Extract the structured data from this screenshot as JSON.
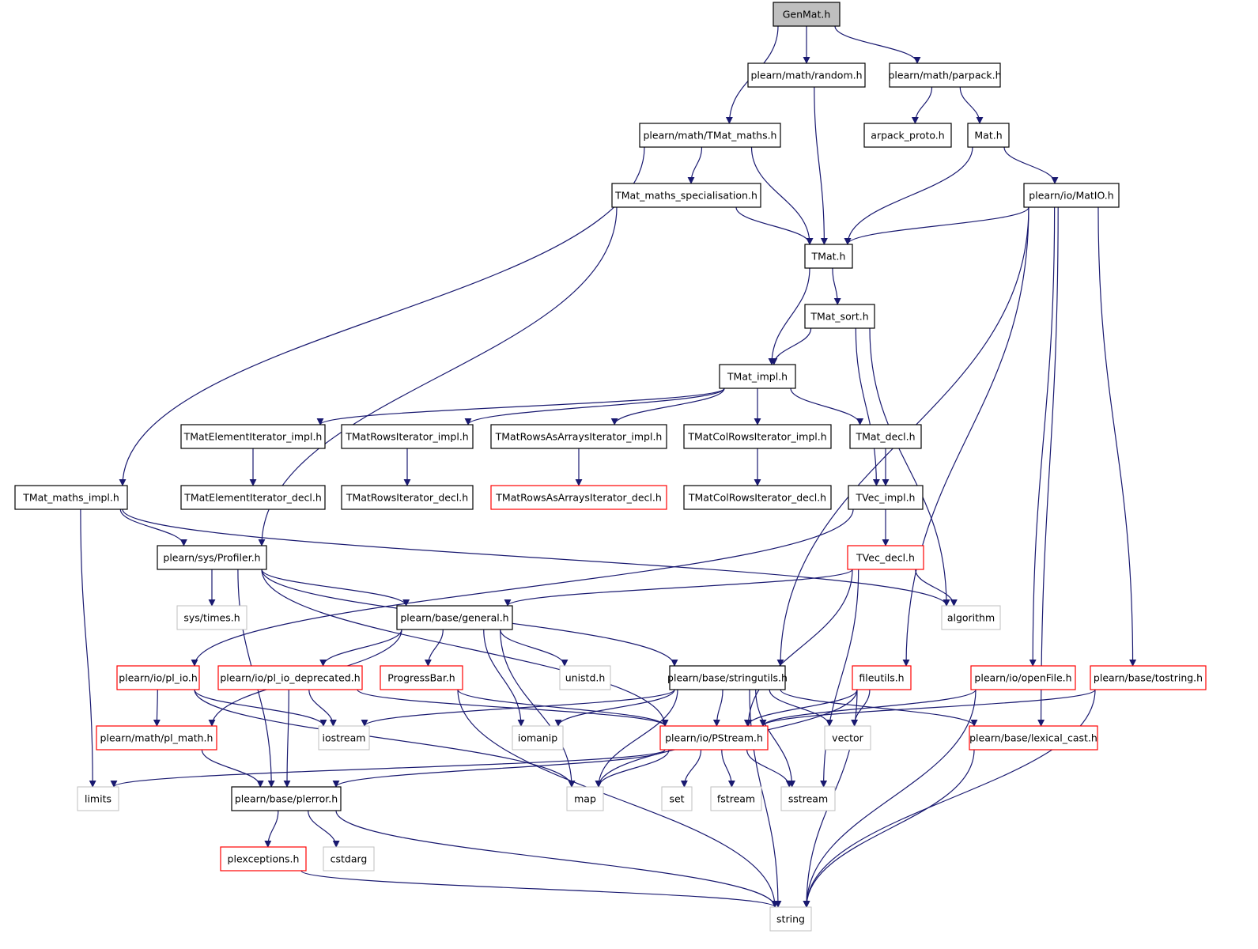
{
  "colors": {
    "edge": "#191970",
    "documented_border": "#000000",
    "incomplete_border": "#ff0000",
    "external_border": "#bfbfbf",
    "root_fill": "#bfbfbf",
    "node_fill": "#ffffff"
  },
  "nodes": [
    {
      "id": "genmat",
      "label": "GenMat.h",
      "style": "root"
    },
    {
      "id": "random",
      "label": "plearn/math/random.h",
      "style": "documented"
    },
    {
      "id": "parpack",
      "label": "plearn/math/parpack.h",
      "style": "documented"
    },
    {
      "id": "tmat_maths",
      "label": "plearn/math/TMat_maths.h",
      "style": "documented"
    },
    {
      "id": "arpack",
      "label": "arpack_proto.h",
      "style": "documented"
    },
    {
      "id": "mat",
      "label": "Mat.h",
      "style": "documented"
    },
    {
      "id": "spec",
      "label": "TMat_maths_specialisation.h",
      "style": "documented"
    },
    {
      "id": "matio",
      "label": "plearn/io/MatIO.h",
      "style": "documented"
    },
    {
      "id": "tmat",
      "label": "TMat.h",
      "style": "documented"
    },
    {
      "id": "tmat_sort",
      "label": "TMat_sort.h",
      "style": "documented"
    },
    {
      "id": "tmat_impl",
      "label": "TMat_impl.h",
      "style": "documented"
    },
    {
      "id": "elem_impl",
      "label": "TMatElementIterator_impl.h",
      "style": "documented"
    },
    {
      "id": "rows_impl",
      "label": "TMatRowsIterator_impl.h",
      "style": "documented"
    },
    {
      "id": "rowsarr_impl",
      "label": "TMatRowsAsArraysIterator_impl.h",
      "style": "documented"
    },
    {
      "id": "colrows_impl",
      "label": "TMatColRowsIterator_impl.h",
      "style": "documented"
    },
    {
      "id": "tmat_decl",
      "label": "TMat_decl.h",
      "style": "documented"
    },
    {
      "id": "elem_decl",
      "label": "TMatElementIterator_decl.h",
      "style": "documented"
    },
    {
      "id": "rows_decl",
      "label": "TMatRowsIterator_decl.h",
      "style": "documented"
    },
    {
      "id": "rowsarr_decl",
      "label": "TMatRowsAsArraysIterator_decl.h",
      "style": "incomplete"
    },
    {
      "id": "colrows_decl",
      "label": "TMatColRowsIterator_decl.h",
      "style": "documented"
    },
    {
      "id": "maths_impl",
      "label": "TMat_maths_impl.h",
      "style": "documented"
    },
    {
      "id": "tvec_impl",
      "label": "TVec_impl.h",
      "style": "documented"
    },
    {
      "id": "profiler",
      "label": "plearn/sys/Profiler.h",
      "style": "documented"
    },
    {
      "id": "tvec_decl",
      "label": "TVec_decl.h",
      "style": "incomplete"
    },
    {
      "id": "times",
      "label": "sys/times.h",
      "style": "external"
    },
    {
      "id": "general",
      "label": "plearn/base/general.h",
      "style": "documented"
    },
    {
      "id": "algorithm",
      "label": "algorithm",
      "style": "external"
    },
    {
      "id": "pl_io",
      "label": "plearn/io/pl_io.h",
      "style": "incomplete"
    },
    {
      "id": "pl_io_dep",
      "label": "plearn/io/pl_io_deprecated.h",
      "style": "incomplete"
    },
    {
      "id": "progress",
      "label": "ProgressBar.h",
      "style": "incomplete"
    },
    {
      "id": "unistd",
      "label": "unistd.h",
      "style": "external"
    },
    {
      "id": "stringutils",
      "label": "plearn/base/stringutils.h",
      "style": "documented"
    },
    {
      "id": "fileutils",
      "label": "fileutils.h",
      "style": "incomplete"
    },
    {
      "id": "openfile",
      "label": "plearn/io/openFile.h",
      "style": "incomplete"
    },
    {
      "id": "tostring",
      "label": "plearn/base/tostring.h",
      "style": "incomplete"
    },
    {
      "id": "pl_math",
      "label": "plearn/math/pl_math.h",
      "style": "incomplete"
    },
    {
      "id": "iostream",
      "label": "iostream",
      "style": "external"
    },
    {
      "id": "iomanip",
      "label": "iomanip",
      "style": "external"
    },
    {
      "id": "pstream",
      "label": "plearn/io/PStream.h",
      "style": "incomplete"
    },
    {
      "id": "vector",
      "label": "vector",
      "style": "external"
    },
    {
      "id": "lexical",
      "label": "plearn/base/lexical_cast.h",
      "style": "incomplete"
    },
    {
      "id": "limits",
      "label": "limits",
      "style": "external"
    },
    {
      "id": "plerror",
      "label": "plearn/base/plerror.h",
      "style": "documented"
    },
    {
      "id": "map",
      "label": "map",
      "style": "external"
    },
    {
      "id": "set",
      "label": "set",
      "style": "external"
    },
    {
      "id": "fstream",
      "label": "fstream",
      "style": "external"
    },
    {
      "id": "sstream",
      "label": "sstream",
      "style": "external"
    },
    {
      "id": "plexceptions",
      "label": "plexceptions.h",
      "style": "incomplete"
    },
    {
      "id": "cstdarg",
      "label": "cstdarg",
      "style": "external"
    },
    {
      "id": "string",
      "label": "string",
      "style": "external"
    }
  ],
  "edges": [
    [
      "genmat",
      "tmat_maths"
    ],
    [
      "genmat",
      "random"
    ],
    [
      "genmat",
      "parpack"
    ],
    [
      "random",
      "tmat"
    ],
    [
      "parpack",
      "arpack"
    ],
    [
      "parpack",
      "mat"
    ],
    [
      "tmat_maths",
      "maths_impl"
    ],
    [
      "tmat_maths",
      "spec"
    ],
    [
      "tmat_maths",
      "tmat"
    ],
    [
      "mat",
      "tmat"
    ],
    [
      "mat",
      "matio"
    ],
    [
      "spec",
      "tmat"
    ],
    [
      "spec",
      "profiler"
    ],
    [
      "matio",
      "tmat"
    ],
    [
      "matio",
      "stringutils"
    ],
    [
      "matio",
      "fileutils"
    ],
    [
      "matio",
      "openfile"
    ],
    [
      "matio",
      "tostring"
    ],
    [
      "matio",
      "lexical"
    ],
    [
      "tmat",
      "tmat_sort"
    ],
    [
      "tmat",
      "tmat_impl"
    ],
    [
      "tmat_sort",
      "tmat_impl"
    ],
    [
      "tmat_sort",
      "tvec_impl"
    ],
    [
      "tmat_sort",
      "algorithm"
    ],
    [
      "tmat_impl",
      "elem_impl"
    ],
    [
      "tmat_impl",
      "rows_impl"
    ],
    [
      "tmat_impl",
      "rowsarr_impl"
    ],
    [
      "tmat_impl",
      "colrows_impl"
    ],
    [
      "tmat_impl",
      "tmat_decl"
    ],
    [
      "elem_impl",
      "elem_decl"
    ],
    [
      "rows_impl",
      "rows_decl"
    ],
    [
      "rowsarr_impl",
      "rowsarr_decl"
    ],
    [
      "colrows_impl",
      "colrows_decl"
    ],
    [
      "tmat_decl",
      "tvec_impl"
    ],
    [
      "maths_impl",
      "profiler"
    ],
    [
      "maths_impl",
      "algorithm"
    ],
    [
      "maths_impl",
      "limits"
    ],
    [
      "tvec_impl",
      "tvec_decl"
    ],
    [
      "tvec_impl",
      "pl_io"
    ],
    [
      "profiler",
      "times"
    ],
    [
      "profiler",
      "general"
    ],
    [
      "profiler",
      "stringutils"
    ],
    [
      "profiler",
      "pstream"
    ],
    [
      "profiler",
      "plerror"
    ],
    [
      "tvec_decl",
      "general"
    ],
    [
      "tvec_decl",
      "algorithm"
    ],
    [
      "tvec_decl",
      "pstream"
    ],
    [
      "tvec_decl",
      "sstream"
    ],
    [
      "general",
      "pl_io_dep"
    ],
    [
      "general",
      "progress"
    ],
    [
      "general",
      "unistd"
    ],
    [
      "general",
      "pl_math"
    ],
    [
      "general",
      "iomanip"
    ],
    [
      "general",
      "map"
    ],
    [
      "pl_io",
      "pl_math"
    ],
    [
      "pl_io",
      "iostream"
    ],
    [
      "pl_io",
      "map"
    ],
    [
      "pl_io_dep",
      "iostream"
    ],
    [
      "pl_io_dep",
      "pstream"
    ],
    [
      "pl_io_dep",
      "plerror"
    ],
    [
      "progress",
      "pstream"
    ],
    [
      "progress",
      "string"
    ],
    [
      "stringutils",
      "iostream"
    ],
    [
      "stringutils",
      "iomanip"
    ],
    [
      "stringutils",
      "pstream"
    ],
    [
      "stringutils",
      "map"
    ],
    [
      "stringutils",
      "vector"
    ],
    [
      "stringutils",
      "sstream"
    ],
    [
      "stringutils",
      "lexical"
    ],
    [
      "stringutils",
      "string"
    ],
    [
      "fileutils",
      "pstream"
    ],
    [
      "fileutils",
      "vector"
    ],
    [
      "fileutils",
      "map"
    ],
    [
      "fileutils",
      "string"
    ],
    [
      "openfile",
      "pstream"
    ],
    [
      "openfile",
      "string"
    ],
    [
      "tostring",
      "pstream"
    ],
    [
      "tostring",
      "string"
    ],
    [
      "pl_math",
      "plerror"
    ],
    [
      "pstream",
      "limits"
    ],
    [
      "pstream",
      "plerror"
    ],
    [
      "pstream",
      "map"
    ],
    [
      "pstream",
      "set"
    ],
    [
      "pstream",
      "fstream"
    ],
    [
      "pstream",
      "sstream"
    ],
    [
      "lexical",
      "string"
    ],
    [
      "plerror",
      "plexceptions"
    ],
    [
      "plerror",
      "cstdarg"
    ],
    [
      "plerror",
      "string"
    ],
    [
      "plexceptions",
      "string"
    ]
  ]
}
